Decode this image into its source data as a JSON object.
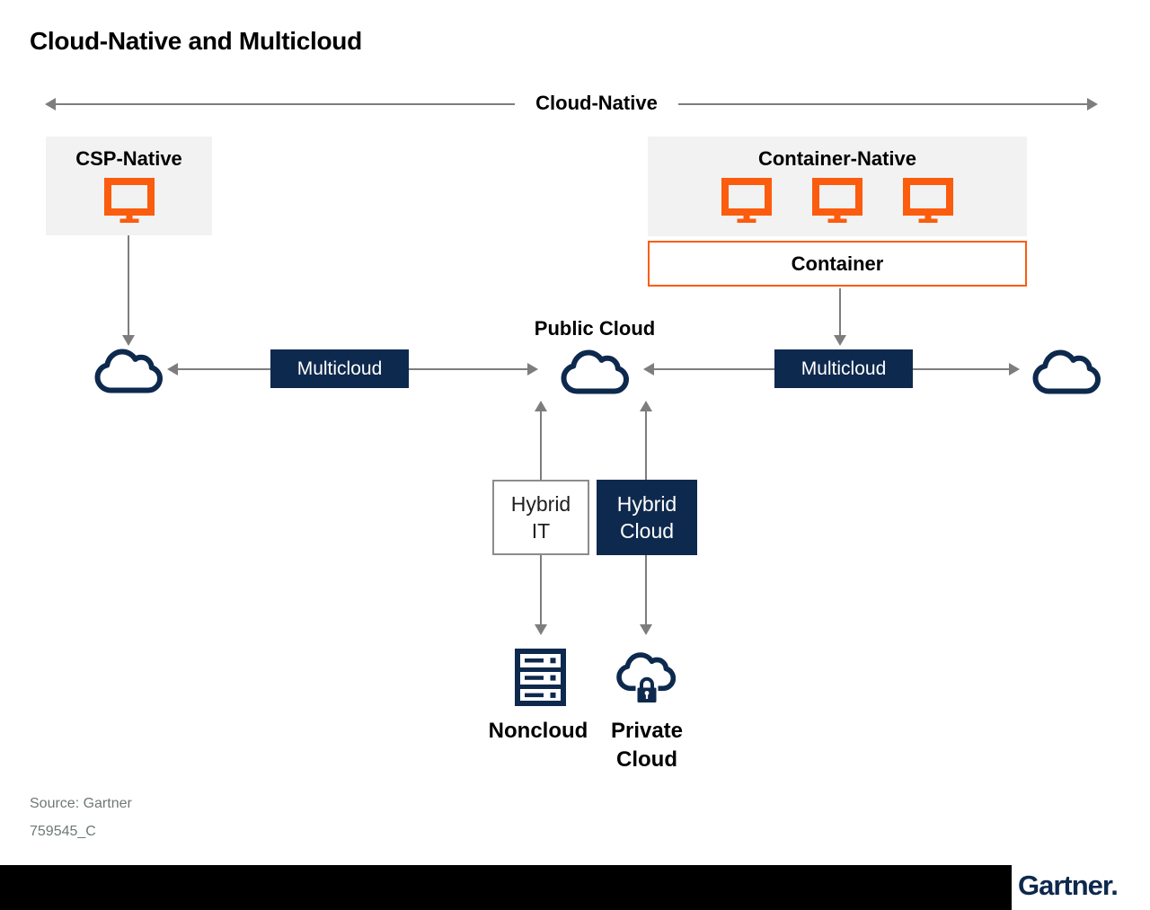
{
  "title": "Cloud-Native and Multicloud",
  "axis": {
    "label": "Cloud-Native"
  },
  "panels": {
    "csp_native": {
      "label": "CSP-Native",
      "monitor_count": 1
    },
    "container_native": {
      "label": "Container-Native",
      "monitor_count": 3
    },
    "container": {
      "label": "Container"
    }
  },
  "nodes": {
    "public_cloud": "Public Cloud",
    "multicloud_left": "Multicloud",
    "multicloud_right": "Multicloud",
    "hybrid_it": "Hybrid IT",
    "hybrid_cloud": "Hybrid Cloud",
    "noncloud": "Noncloud",
    "private_cloud": "Private Cloud"
  },
  "footer": {
    "source": "Source: Gartner",
    "figure_id": "759545_C",
    "logo": "Gartner."
  },
  "colors": {
    "navy": "#0e294e",
    "orange": "#fb5c0e",
    "panel_gray": "#f2f2f2",
    "arrow_gray": "#7d7d7d",
    "source_text_gray": "#6e7878",
    "footer_black": "#000000"
  },
  "icons": {
    "monitor": "monitor-icon",
    "cloud": "cloud-icon",
    "server_rack": "server-rack-icon",
    "cloud_lock": "cloud-lock-icon",
    "arrowhead": "arrowhead-icon"
  }
}
